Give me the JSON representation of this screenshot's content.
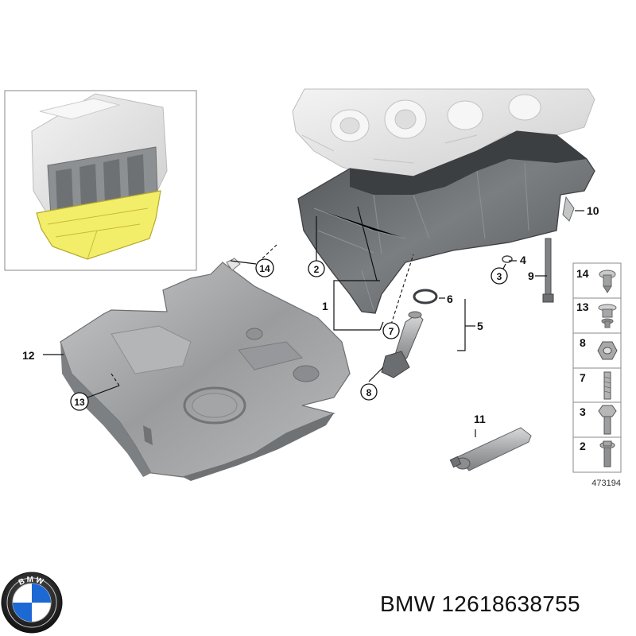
{
  "callouts": {
    "c1": "1",
    "c2": "2",
    "c3": "3",
    "c4": "4",
    "c5": "5",
    "c6": "6",
    "c7": "7",
    "c8": "8",
    "c9": "9",
    "c10": "10",
    "c11": "11",
    "c12": "12",
    "c13": "13",
    "c14": "14"
  },
  "legend": {
    "items": [
      "14",
      "13",
      "8",
      "7",
      "3",
      "2"
    ]
  },
  "drawing_number": "473194",
  "brand": {
    "name": "BMW",
    "part_number": "12618638755",
    "logo_text": "BMW"
  },
  "colors": {
    "highlight_yellow": "#f2ee6a",
    "pan_gray": "#6b6e71",
    "shield_gray": "#a8aaac",
    "engine_light": "#e4e4e4",
    "bmw_blue": "#1c69d4"
  }
}
